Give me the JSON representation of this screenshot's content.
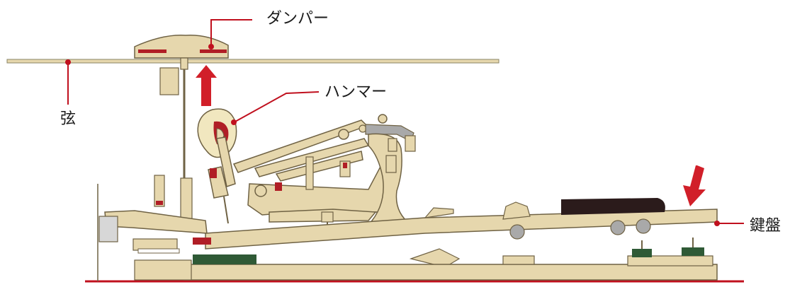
{
  "labels": {
    "damper": "ダンパー",
    "hammer": "ハンマー",
    "string": "弦",
    "key": "鍵盤"
  },
  "colors": {
    "wood": "#e6d7ad",
    "outline": "#6f6244",
    "felt_red": "#b01e26",
    "felt_green": "#2f5a36",
    "key_black": "#2b1b1b",
    "leader": "#c0101e",
    "string_line": "#8a8466",
    "arrow": "#d11f29",
    "metal": "#a9a9a9"
  },
  "icons": {
    "up_arrow": "arrow-up-icon",
    "down_arrow": "arrow-down-icon"
  }
}
